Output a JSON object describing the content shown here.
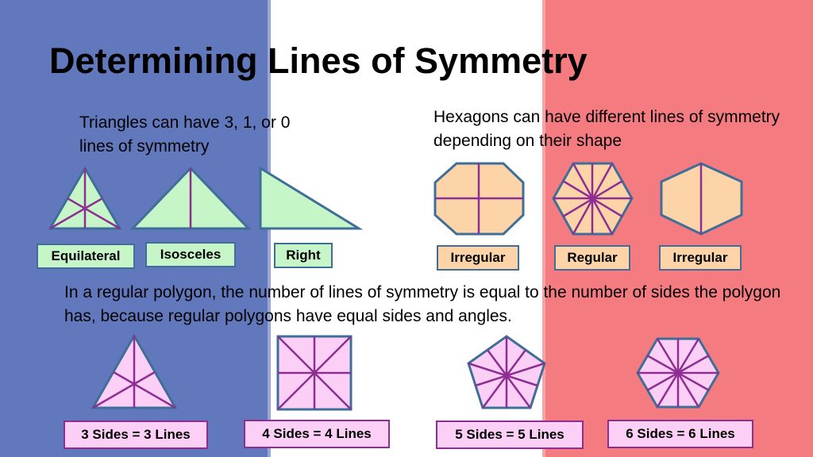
{
  "slide": {
    "title": "Determining Lines of Symmetry",
    "triangles_text": "Triangles can have 3, 1, or 0 lines of symmetry",
    "hexagons_text": "Hexagons can have different lines of symmetry depending on their shape",
    "regular_text": "In a regular polygon, the number of lines of symmetry is equal to the number of sides the polygon has, because regular polygons have equal sides and angles."
  },
  "triangle_labels": [
    "Equilateral",
    "Isosceles",
    "Right"
  ],
  "hexagon_labels": [
    "Irregular",
    "Regular",
    "Irregular"
  ],
  "polygon_labels": [
    "3 Sides = 3 Lines",
    "4 Sides = 4 Lines",
    "5 Sides = 5 Lines",
    "6 Sides = 6 Lines"
  ],
  "colors": {
    "blue_band": "#6278bd",
    "red_band": "#f47c80",
    "triangle_fill": "#c6f5c8",
    "hexagon_fill": "#fdd3a8",
    "polygon_fill": "#fcd0f6",
    "outline": "#3f6f99",
    "symmetry_line": "#8e2e92"
  }
}
